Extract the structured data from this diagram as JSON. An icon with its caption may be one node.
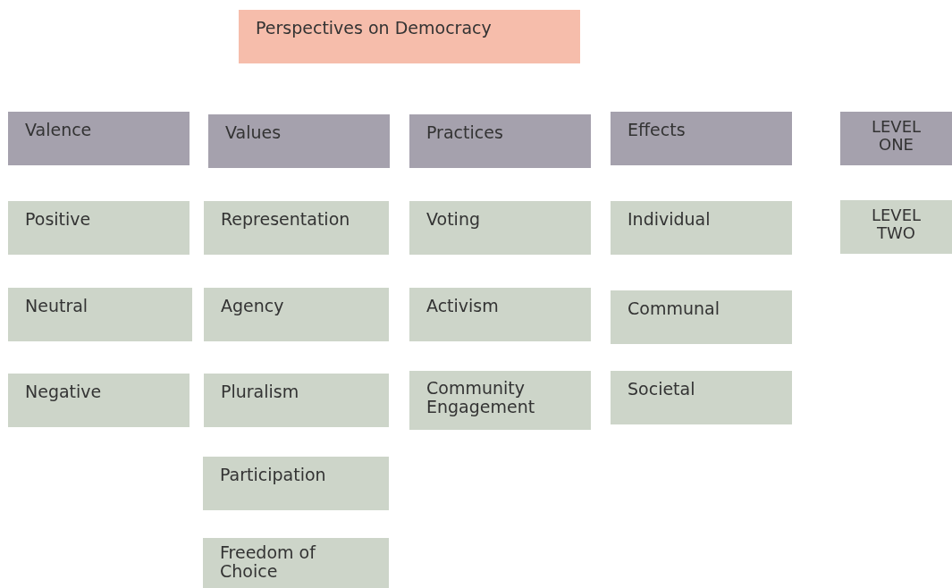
{
  "diagram": {
    "nodes": [
      {
        "text": [
          "Perspectives on Democracy"
        ]
      },
      {
        "text": [
          "Valence"
        ]
      },
      {
        "text": [
          "Values"
        ]
      },
      {
        "text": [
          "Practices"
        ]
      },
      {
        "text": [
          "Effects"
        ]
      },
      {
        "text": [
          "LEVEL ONE"
        ]
      },
      {
        "text": [
          "Positive"
        ]
      },
      {
        "text": [
          "Representation"
        ]
      },
      {
        "text": [
          "Voting"
        ]
      },
      {
        "text": [
          "Individual"
        ]
      },
      {
        "text": [
          "LEVEL TWO"
        ]
      },
      {
        "text": [
          "Neutral"
        ]
      },
      {
        "text": [
          "Agency"
        ]
      },
      {
        "text": [
          "Activism"
        ]
      },
      {
        "text": [
          "Communal"
        ]
      },
      {
        "text": [
          "Negative"
        ]
      },
      {
        "text": [
          "Pluralism"
        ]
      },
      {
        "text": [
          "Community Engagement"
        ]
      },
      {
        "text": [
          "Societal"
        ]
      },
      {
        "text": [
          "Participation"
        ]
      },
      {
        "text": [
          "Freedom of Choice"
        ]
      }
    ],
    "edges": []
  }
}
